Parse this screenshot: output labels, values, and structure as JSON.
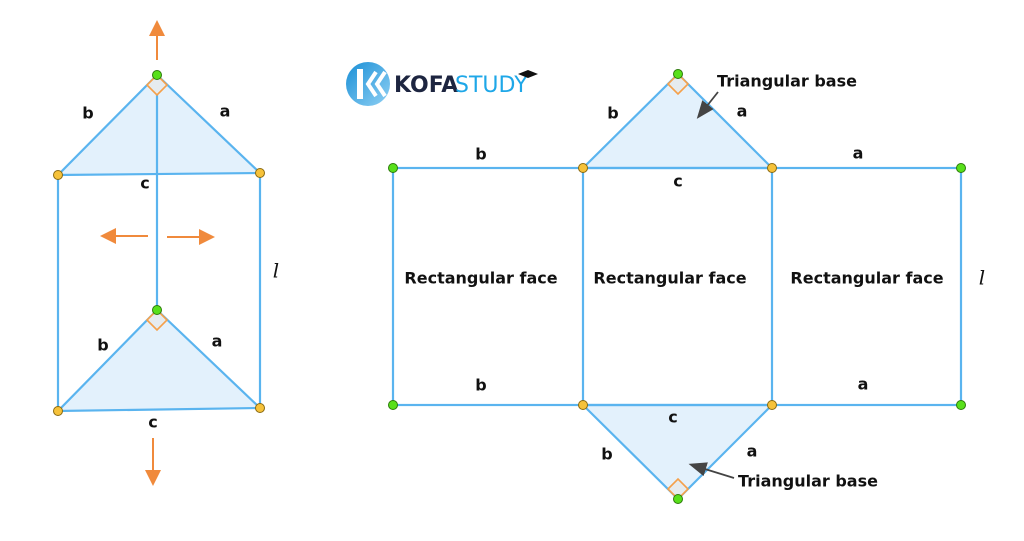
{
  "logo": {
    "text_dark": "KOFA",
    "text_light": "STUDY"
  },
  "prism": {
    "labels": {
      "top_b": "b",
      "top_a": "a",
      "top_c": "c",
      "length": "l",
      "bottom_b": "b",
      "bottom_a": "a",
      "bottom_c": "c"
    }
  },
  "net": {
    "labels": {
      "top_b": "b",
      "top_a": "a",
      "tri_top_b": "b",
      "tri_top_a": "a",
      "tri_top_c": "c",
      "length": "l",
      "bottom_b": "b",
      "bottom_a": "a",
      "tri_bottom_c": "c",
      "tri_bottom_b": "b",
      "tri_bottom_a": "a"
    },
    "faces": [
      "Rectangular face",
      "Rectangular face",
      "Rectangular face"
    ],
    "callouts": {
      "top": "Triangular base",
      "bottom": "Triangular base"
    }
  },
  "colors": {
    "edge": "#5ab4ef",
    "fill": "#e3f1fc",
    "arrow": "#f08a3c",
    "green_vertex": "#58e01a",
    "yellow_vertex": "#f6c23a"
  }
}
